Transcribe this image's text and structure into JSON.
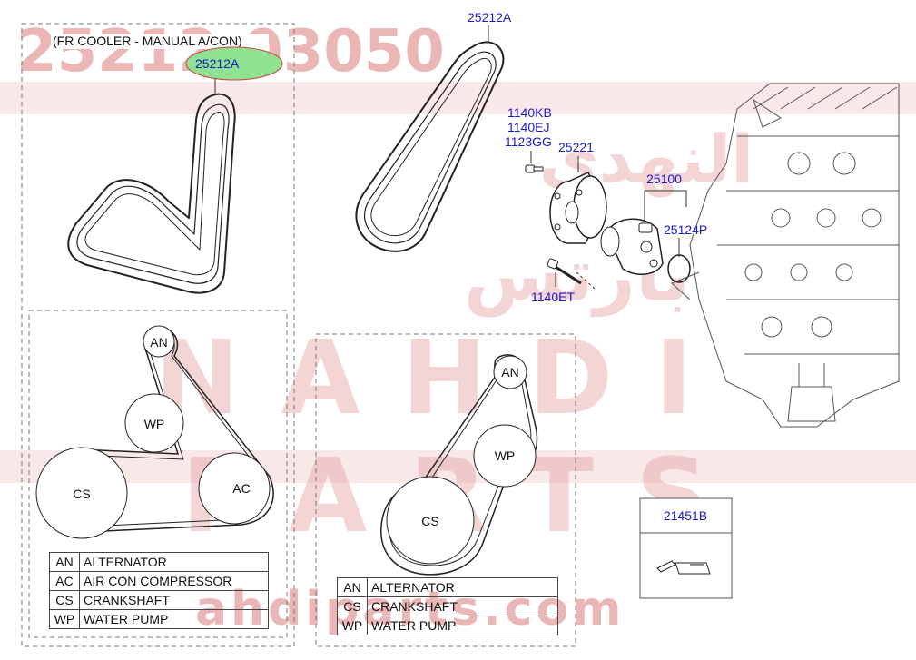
{
  "watermark": {
    "part_number": "25212-03050",
    "arabic_line1": "النهدي",
    "arabic_line2": "بارتس",
    "latin_line1": "NAHDI",
    "latin_line2": "PARTS",
    "site": "ahdiparts.com",
    "color": "#e6a4a4"
  },
  "left_panel": {
    "title": "(FR COOLER - MANUAL A/CON)",
    "belt_label": "25212A",
    "highlight_color": "#8fe28f",
    "pulleys": {
      "an": "AN",
      "wp": "WP",
      "cs": "CS",
      "ac": "AC"
    },
    "legend": [
      {
        "code": "AN",
        "name": "ALTERNATOR"
      },
      {
        "code": "AC",
        "name": "AIR CON COMPRESSOR"
      },
      {
        "code": "CS",
        "name": "CRANKSHAFT"
      },
      {
        "code": "WP",
        "name": "WATER PUMP"
      }
    ]
  },
  "center_panel": {
    "belt_label": "25212A",
    "pulleys": {
      "an": "AN",
      "wp": "WP",
      "cs": "CS"
    },
    "legend": [
      {
        "code": "AN",
        "name": "ALTERNATOR"
      },
      {
        "code": "CS",
        "name": "CRANKSHAFT"
      },
      {
        "code": "WP",
        "name": " WATER PUMP"
      }
    ]
  },
  "parts": {
    "bolt_1": "1140KB",
    "bolt_2": "1140EJ",
    "bolt_3": "1123GG",
    "pulley": "25221",
    "water_pump": "25100",
    "gasket": "25124P",
    "bolt_lower": "1140ET"
  },
  "sealant_box": {
    "label": "21451B"
  },
  "label_color": "#1a1ad0"
}
